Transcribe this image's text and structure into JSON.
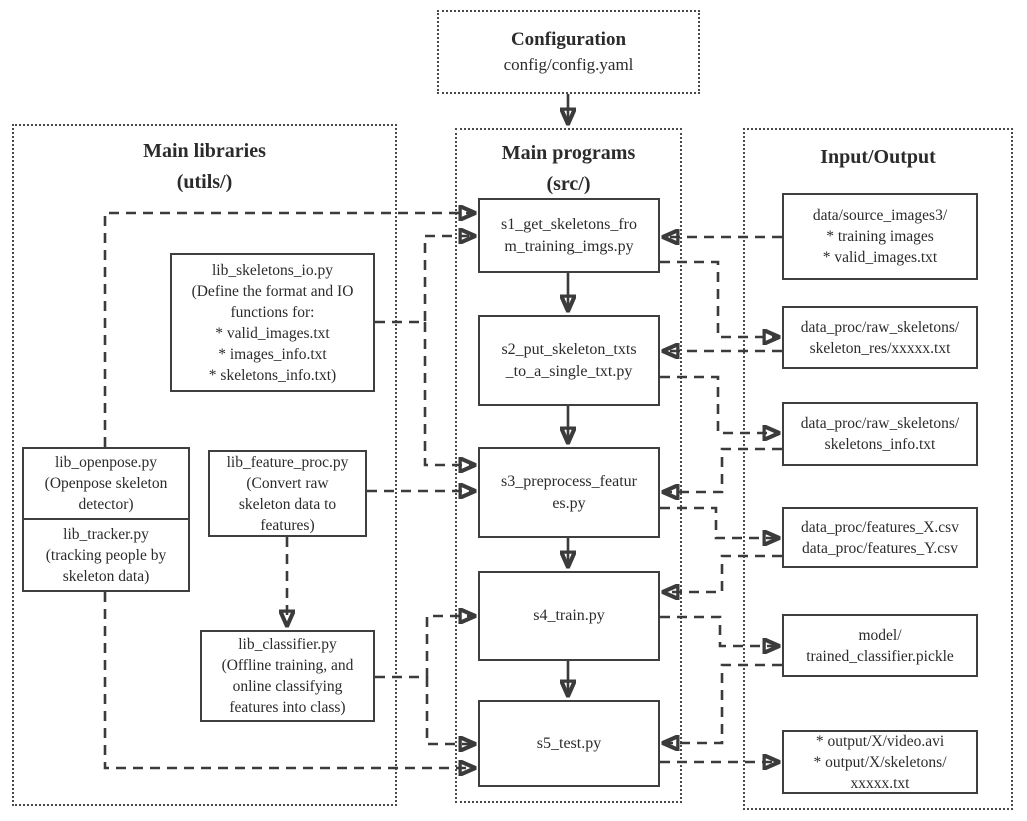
{
  "colors": {
    "ink": "#3b3b3b",
    "background": "#ffffff"
  },
  "configuration": {
    "title": "Configuration",
    "path": "config/config.yaml"
  },
  "panels": {
    "libraries": {
      "title": "Main libraries",
      "subtitle": "(utils/)"
    },
    "programs": {
      "title": "Main programs",
      "subtitle": "(src/)"
    },
    "io": {
      "title": "Input/Output"
    }
  },
  "libraries": {
    "skeletons_io": {
      "lines": [
        "lib_skeletons_io.py",
        "(Define the format and IO",
        "functions for:",
        "* valid_images.txt",
        "* images_info.txt",
        "* skeletons_info.txt)"
      ]
    },
    "openpose": {
      "lines": [
        "lib_openpose.py",
        "(Openpose skeleton",
        "detector)"
      ]
    },
    "tracker": {
      "lines": [
        "lib_tracker.py",
        "(tracking people by",
        "skeleton data)"
      ]
    },
    "feature_proc": {
      "lines": [
        "lib_feature_proc.py",
        "(Convert raw",
        "skeleton data to",
        "features)"
      ]
    },
    "classifier": {
      "lines": [
        "lib_classifier.py",
        "(Offline training, and",
        "online classifying",
        "features into class)"
      ]
    }
  },
  "programs": {
    "s1": {
      "lines": [
        "s1_get_skeletons_fro",
        "m_training_imgs.py"
      ]
    },
    "s2": {
      "lines": [
        "s2_put_skeleton_txts",
        "_to_a_single_txt.py"
      ]
    },
    "s3": {
      "lines": [
        "s3_preprocess_featur",
        "es.py"
      ]
    },
    "s4": {
      "lines": [
        "s4_train.py"
      ]
    },
    "s5": {
      "lines": [
        "s5_test.py"
      ]
    }
  },
  "io": {
    "source_images": {
      "lines": [
        "data/source_images3/",
        "* training images",
        "* valid_images.txt"
      ]
    },
    "raw_skeleton_res": {
      "lines": [
        "data_proc/raw_skeletons/",
        "skeleton_res/xxxxx.txt"
      ]
    },
    "skeletons_info": {
      "lines": [
        "data_proc/raw_skeletons/",
        "skeletons_info.txt"
      ]
    },
    "features_csv": {
      "lines": [
        "data_proc/features_X.csv",
        "data_proc/features_Y.csv"
      ]
    },
    "model": {
      "lines": [
        "model/",
        "trained_classifier.pickle"
      ]
    },
    "output": {
      "lines": [
        "* output/X/video.avi",
        "* output/X/skeletons/",
        "xxxxx.txt"
      ]
    }
  },
  "edges": [
    {
      "from": "configuration",
      "to": "programs-panel",
      "style": "solid"
    },
    {
      "from": "s1",
      "to": "s2",
      "style": "solid"
    },
    {
      "from": "s2",
      "to": "s3",
      "style": "solid"
    },
    {
      "from": "s3",
      "to": "s4",
      "style": "solid"
    },
    {
      "from": "s4",
      "to": "s5",
      "style": "solid"
    },
    {
      "from": "openpose/tracker",
      "to": "s1",
      "style": "dashed"
    },
    {
      "from": "openpose/tracker",
      "to": "s5",
      "style": "dashed"
    },
    {
      "from": "skeletons_io",
      "to": "s1",
      "style": "dashed"
    },
    {
      "from": "skeletons_io",
      "to": "s3",
      "style": "dashed"
    },
    {
      "from": "feature_proc",
      "to": "s3",
      "style": "dashed"
    },
    {
      "from": "feature_proc",
      "to": "classifier",
      "style": "dashed"
    },
    {
      "from": "classifier",
      "to": "s4",
      "style": "dashed"
    },
    {
      "from": "classifier",
      "to": "s5",
      "style": "dashed"
    },
    {
      "from": "source_images",
      "to": "s1",
      "style": "dashed"
    },
    {
      "from": "s1",
      "to": "raw_skeleton_res",
      "style": "dashed"
    },
    {
      "from": "raw_skeleton_res",
      "to": "s2",
      "style": "dashed"
    },
    {
      "from": "s2",
      "to": "skeletons_info",
      "style": "dashed"
    },
    {
      "from": "skeletons_info",
      "to": "s3",
      "style": "dashed"
    },
    {
      "from": "s3",
      "to": "features_csv",
      "style": "dashed"
    },
    {
      "from": "features_csv",
      "to": "s4",
      "style": "dashed"
    },
    {
      "from": "s4",
      "to": "model",
      "style": "dashed"
    },
    {
      "from": "model",
      "to": "s5",
      "style": "dashed"
    },
    {
      "from": "s5",
      "to": "output",
      "style": "dashed"
    }
  ]
}
